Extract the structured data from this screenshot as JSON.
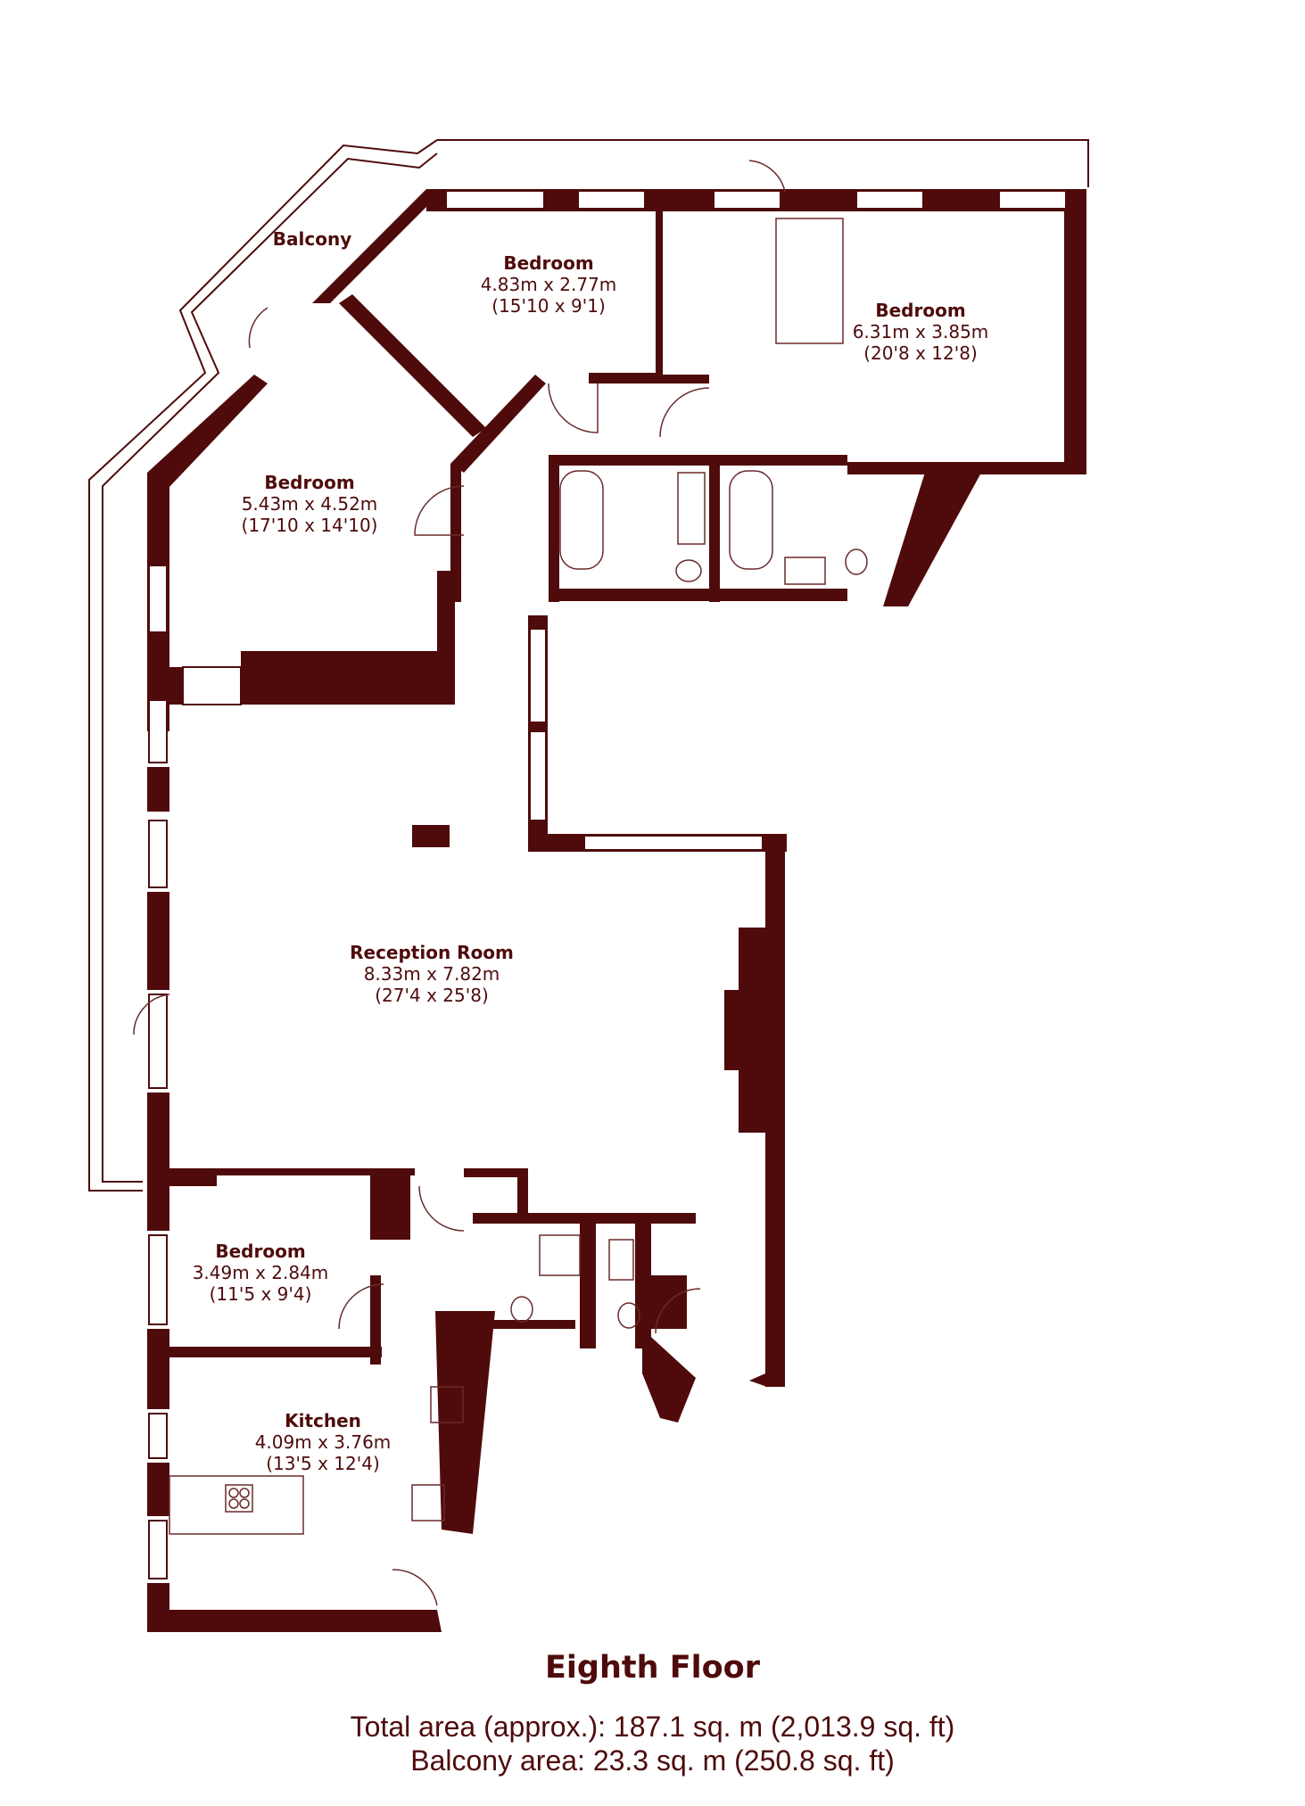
{
  "rooms": [
    {
      "name": "Balcony",
      "dim_m": "",
      "dim_ft": ""
    },
    {
      "name": "Bedroom",
      "dim_m": "4.83m x 2.77m",
      "dim_ft": "(15'10 x 9'1)"
    },
    {
      "name": "Bedroom",
      "dim_m": "6.31m x 3.85m",
      "dim_ft": "(20'8 x 12'8)"
    },
    {
      "name": "Bedroom",
      "dim_m": "5.43m x 4.52m",
      "dim_ft": "(17'10 x 14'10)"
    },
    {
      "name": "Reception Room",
      "dim_m": "8.33m x 7.82m",
      "dim_ft": "(27'4 x 25'8)"
    },
    {
      "name": "Bedroom",
      "dim_m": "3.49m x 2.84m",
      "dim_ft": "(11'5 x 9'4)"
    },
    {
      "name": "Kitchen",
      "dim_m": "4.09m x 3.76m",
      "dim_ft": "(13'5 x 12'4)"
    }
  ],
  "floor_title": "Eighth Floor",
  "total_area": "Total area (approx.): 187.1 sq. m (2,013.9 sq. ft)",
  "balcony_area": "Balcony area: 23.3 sq. m (250.8 sq. ft)",
  "colors": {
    "wall": "#4f0b0b",
    "background": "#ffffff"
  }
}
